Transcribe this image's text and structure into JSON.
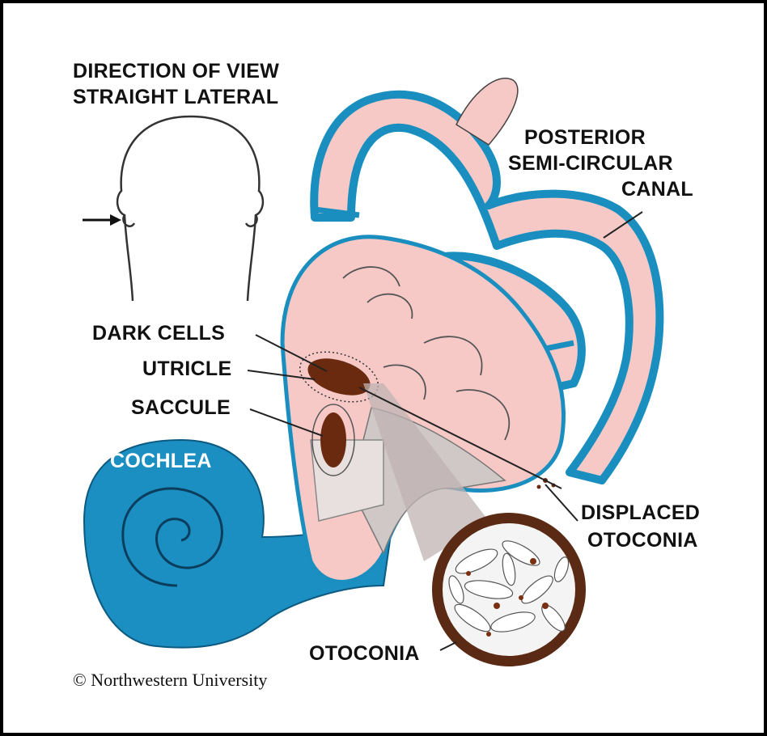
{
  "labels": {
    "direction_line1": "DIRECTION OF VIEW",
    "direction_line2": "STRAIGHT LATERAL",
    "posterior_line1": "POSTERIOR",
    "posterior_line2": "SEMI-CIRCULAR",
    "posterior_line3": "CANAL",
    "dark_cells": "DARK CELLS",
    "utricle": "UTRICLE",
    "saccule": "SACCULE",
    "cochlea": "COCHLEA",
    "displaced_line1": "DISPLACED",
    "displaced_line2": "OTOCONIA",
    "otoconia": "OTOCONIA",
    "copyright": "©  Northwestern University"
  },
  "colors": {
    "tissue_pink": "#f6c9c6",
    "membrane_blue": "#1a8fbf",
    "cochlea_blue": "#1b8ec2",
    "organ_brown": "#6a2a10",
    "gray_region": "#cfc8c6",
    "outline": "#222222"
  }
}
